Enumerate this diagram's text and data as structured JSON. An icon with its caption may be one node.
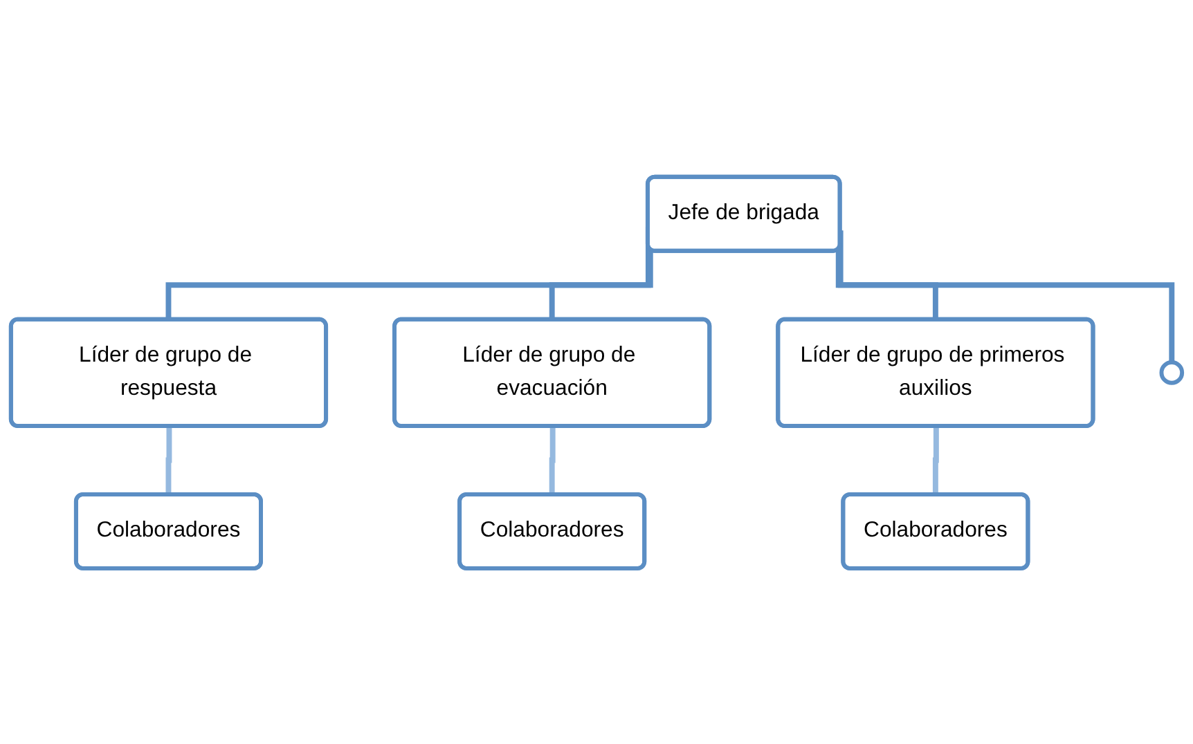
{
  "diagram": {
    "nodes": [
      {
        "text": [
          "Jefe de brigada"
        ]
      },
      {
        "text": [
          "Líder de grupo de respuesta"
        ]
      },
      {
        "text": [
          "Líder de grupo de evacuación"
        ]
      },
      {
        "text": [
          "Líder de grupo de primeros auxilios"
        ]
      },
      {
        "text": [],
        "shape": "circle"
      },
      {
        "text": [
          "Colaboradores"
        ]
      },
      {
        "text": [
          "Colaboradores"
        ]
      },
      {
        "text": [
          "Colaboradores"
        ]
      }
    ],
    "edges": [
      {
        "from": 0,
        "to": 1,
        "arrow": "none"
      },
      {
        "from": 0,
        "to": 2,
        "arrow": "none"
      },
      {
        "from": 0,
        "to": 3,
        "arrow": "none"
      },
      {
        "from": 0,
        "to": 4,
        "arrow": "none"
      },
      {
        "from": 1,
        "to": 5,
        "arrow": "none",
        "color": "#95b9df"
      },
      {
        "from": 2,
        "to": 6,
        "arrow": "none",
        "color": "#95b9df"
      },
      {
        "from": 3,
        "to": 7,
        "arrow": "none",
        "color": "#95b9df"
      }
    ]
  }
}
